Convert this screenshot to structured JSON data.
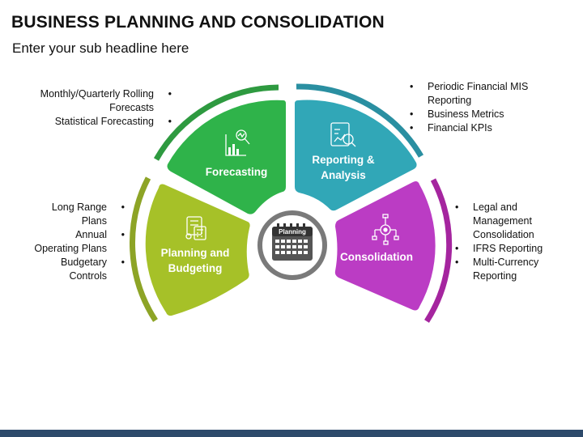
{
  "header": {
    "title": "BUSINESS PLANNING AND CONSOLIDATION",
    "subtitle": "Enter your sub headline here"
  },
  "center": {
    "label": "Planning",
    "icon": "calendar-icon",
    "color": "#7a7a7a"
  },
  "segments": {
    "forecasting": {
      "label": "Forecasting",
      "color": "#2fb34a",
      "arc_color": "#2e9a40",
      "icon": "chart-search-icon",
      "bullets": [
        "Monthly/Quarterly Rolling Forecasts",
        "Statistical Forecasting"
      ]
    },
    "reporting": {
      "label_line1": "Reporting &",
      "label_line2": "Analysis",
      "color": "#31a7b7",
      "arc_color": "#2a8fa1",
      "icon": "report-analysis-icon",
      "bullets": [
        "Periodic Financial MIS Reporting",
        "Business Metrics",
        "Financial KPIs"
      ]
    },
    "consolidation": {
      "label": "Consolidation",
      "color": "#bb3cc4",
      "arc_color": "#a5259f",
      "icon": "hierarchy-icon",
      "bullets": [
        "Legal and Management Consolidation",
        "IFRS Reporting",
        "Multi-Currency Reporting"
      ]
    },
    "planning": {
      "label_line1": "Planning and",
      "label_line2": "Budgeting",
      "color": "#a6c128",
      "arc_color": "#8da426",
      "icon": "budget-calculator-icon",
      "bullets": [
        "Long Range Plans",
        "Annual Operating Plans",
        "Budgetary Controls"
      ]
    }
  },
  "footer_color": "#2d4a6b"
}
